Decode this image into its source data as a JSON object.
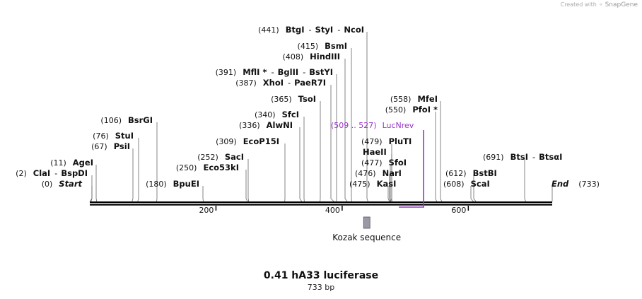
{
  "credit": {
    "prefix": "Created with",
    "brand": "SnapGene"
  },
  "title": "0.41 hA33 luciferase",
  "length_label": "733 bp",
  "colors": {
    "primer": "#9933cc",
    "feature": "#9a9aa6",
    "backbone": "#000000"
  },
  "sequence_length": 733,
  "ticks": [
    {
      "bp": 200,
      "label": "200"
    },
    {
      "bp": 400,
      "label": "400"
    },
    {
      "bp": 600,
      "label": "600"
    }
  ],
  "sites": [
    {
      "pos": 0,
      "pos_label": "(0)",
      "names": [
        "Start"
      ],
      "style": "italic"
    },
    {
      "pos": 2,
      "pos_label": "(2)",
      "names": [
        "ClaI",
        "BspDI"
      ]
    },
    {
      "pos": 11,
      "pos_label": "(11)",
      "names": [
        "AgeI"
      ]
    },
    {
      "pos": 67,
      "pos_label": "(67)",
      "names": [
        "PsiI"
      ]
    },
    {
      "pos": 76,
      "pos_label": "(76)",
      "names": [
        "StuI"
      ]
    },
    {
      "pos": 106,
      "pos_label": "(106)",
      "names": [
        "BsrGI"
      ]
    },
    {
      "pos": 180,
      "pos_label": "(180)",
      "names": [
        "BpuEI"
      ]
    },
    {
      "pos": 250,
      "pos_label": "(250)",
      "names": [
        "Eco53kI"
      ]
    },
    {
      "pos": 252,
      "pos_label": "(252)",
      "names": [
        "SacI"
      ]
    },
    {
      "pos": 309,
      "pos_label": "(309)",
      "names": [
        "EcoP15I"
      ]
    },
    {
      "pos": 336,
      "pos_label": "(336)",
      "names": [
        "AlwNI"
      ]
    },
    {
      "pos": 340,
      "pos_label": "(340)",
      "names": [
        "SfcI"
      ]
    },
    {
      "pos": 365,
      "pos_label": "(365)",
      "names": [
        "TsoI"
      ]
    },
    {
      "pos": 387,
      "pos_label": "(387)",
      "names": [
        "XhoI",
        "PaeR7I"
      ]
    },
    {
      "pos": 391,
      "pos_label": "(391)",
      "names": [
        "MflI *",
        "BglII",
        "BstYI"
      ]
    },
    {
      "pos": 408,
      "pos_label": "(408)",
      "names": [
        "HindIII"
      ]
    },
    {
      "pos": 415,
      "pos_label": "(415)",
      "names": [
        "BsmI"
      ]
    },
    {
      "pos": 441,
      "pos_label": "(441)",
      "names": [
        "BtgI",
        "StyI",
        "NcoI"
      ]
    },
    {
      "pos": 475,
      "pos_label": "(475)",
      "names": [
        "KasI"
      ]
    },
    {
      "pos": 476,
      "pos_label": "(476)",
      "names": [
        "NarI"
      ]
    },
    {
      "pos": 477,
      "pos_label": "(477)",
      "names": [
        "SfoI"
      ]
    },
    {
      "pos": 477,
      "pos_label": "",
      "names": [
        "HaeII"
      ]
    },
    {
      "pos": 479,
      "pos_label": "(479)",
      "names": [
        "PluTI"
      ]
    },
    {
      "pos": 550,
      "pos_label": "(550)",
      "names": [
        "PfoI *"
      ]
    },
    {
      "pos": 558,
      "pos_label": "(558)",
      "names": [
        "MfeI"
      ]
    },
    {
      "pos": 608,
      "pos_label": "(608)",
      "names": [
        "ScaI"
      ]
    },
    {
      "pos": 612,
      "pos_label": "(612)",
      "names": [
        "BstBI"
      ]
    },
    {
      "pos": 691,
      "pos_label": "(691)",
      "names": [
        "BtsI",
        "BtsαI"
      ]
    },
    {
      "pos": 733,
      "pos_label": "(733)",
      "names": [
        "End"
      ],
      "style": "italic"
    }
  ],
  "primer": {
    "name": "LucNrev",
    "range_label": "(509 .. 527)",
    "start": 509,
    "end": 527,
    "direction": "reverse"
  },
  "features": [
    {
      "name": "Kozak sequence",
      "start": 434,
      "end": 443
    }
  ]
}
